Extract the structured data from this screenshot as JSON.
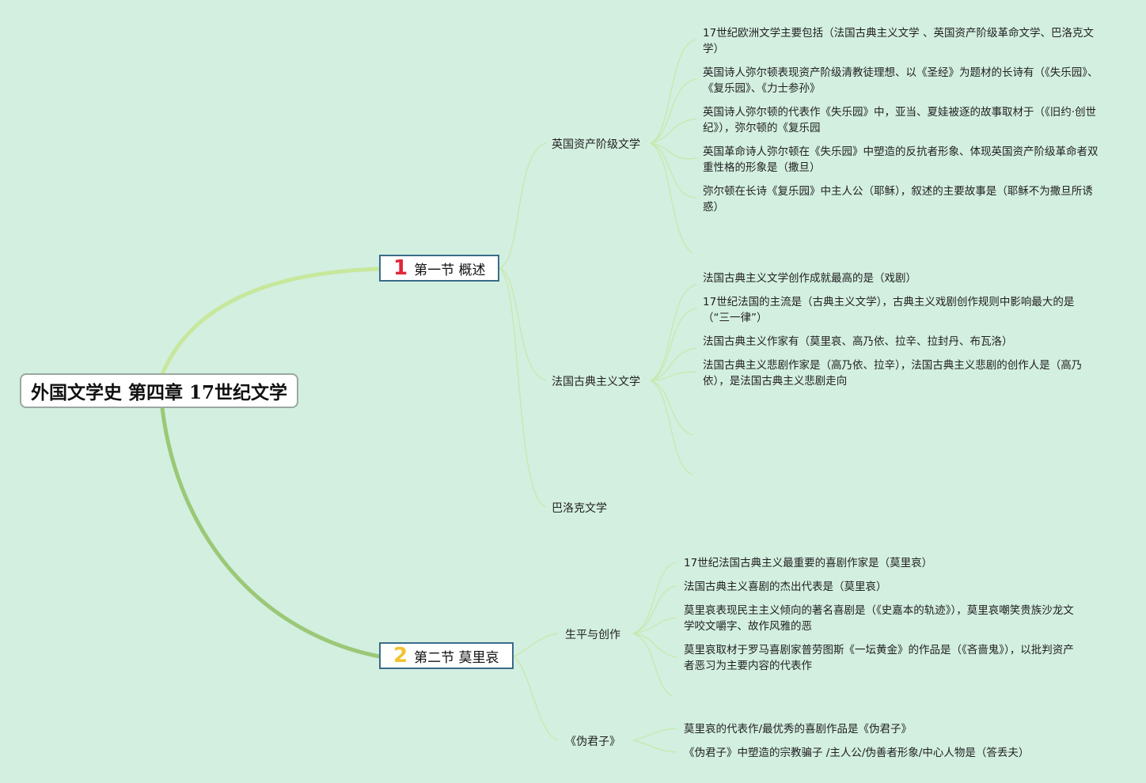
{
  "root": {
    "title": "外国文学史 第四章 17世纪文学"
  },
  "sections": [
    {
      "number": "1",
      "number_color": "#e0263a",
      "title": "第一节 概述",
      "children": [
        {
          "label": "英国资产阶级文学",
          "items": [
            "17世纪欧洲文学主要包括（法国古典主义文学 、英国资产阶级革命文学、巴洛克文学）",
            "英国诗人弥尔顿表现资产阶级清教徒理想、以《圣经》为题材的长诗有（《失乐园》、《复乐园》、《力士参孙》",
            "英国诗人弥尔顿的代表作《失乐园》中，亚当、夏娃被逐的故事取材于（《旧约·创世纪》），弥尔顿的《复乐园",
            "英国革命诗人弥尔顿在《失乐园》中塑造的反抗者形象、体现英国资产阶级革命者双重性格的形象是（撒旦）",
            "弥尔顿在长诗《复乐园》中主人公（耶稣），叙述的主要故事是（耶稣不为撒旦所诱惑）"
          ]
        },
        {
          "label": "法国古典主义文学",
          "items": [
            "法国古典主义文学创作成就最高的是（戏剧）",
            "17世纪法国的主流是（古典主义文学），古典主义戏剧创作规则中影响最大的是（“三一律”）",
            "法国古典主义作家有（莫里哀、高乃依、拉辛、拉封丹、布瓦洛）",
            "法国古典主义悲剧作家是（高乃依、拉辛），法国古典主义悲剧的创作人是（高乃依），是法国古典主义悲剧走向"
          ]
        },
        {
          "label": "巴洛克文学",
          "items": []
        }
      ]
    },
    {
      "number": "2",
      "number_color": "#f2c230",
      "title": "第二节 莫里哀",
      "children": [
        {
          "label": "生平与创作",
          "items": [
            "17世纪法国古典主义最重要的喜剧作家是（莫里哀）",
            "法国古典主义喜剧的杰出代表是（莫里哀）",
            "莫里哀表现民主主义倾向的著名喜剧是（《史嘉本的轨迹》），莫里哀嘲笑贵族沙龙文学咬文嚼字、故作风雅的恶",
            "莫里哀取材于罗马喜剧家普劳图斯《一坛黄金》的作品是（《吝啬鬼》），以批判资产者恶习为主要内容的代表作"
          ]
        },
        {
          "label": "《伪君子》",
          "items": [
            "莫里哀的代表作/最优秀的喜剧作品是《伪君子》",
            "《伪君子》中塑造的宗教骗子 /主人公/伪善者形象/中心人物是（答丢夫）"
          ]
        }
      ]
    }
  ]
}
